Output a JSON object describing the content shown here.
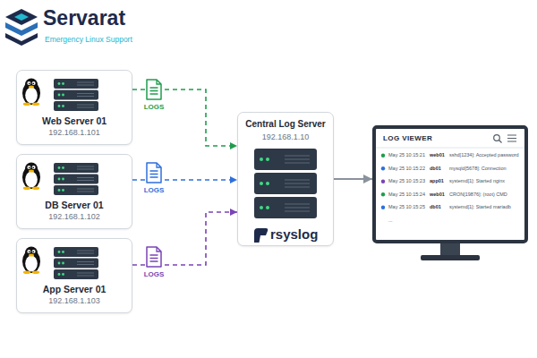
{
  "diagram": {
    "nodes": [
      {
        "text": [
          "Web Server 01",
          "192.168.1.101"
        ]
      },
      {
        "text": [
          "DB Server 01",
          "192.168.1.102"
        ]
      },
      {
        "text": [
          "App Server 01",
          "192.168.1.103"
        ]
      },
      {
        "text": [
          "Central Log Server",
          "192.168.1.10",
          "rsyslog"
        ]
      },
      {
        "text": [
          "LOG VIEWER",
          "May 25 10:15:21",
          "web01",
          "sshd[1234]: Accepted password",
          "May 25 10:15:22",
          "db01",
          "mysqld[5678]: Connection",
          "May 25 10:15:23",
          "app01",
          "systemd[1]: Started nginx",
          "May 25 10:15:24",
          "web01",
          "CRON[19876]: (root) CMD",
          "May 25 10:15:25",
          "db01",
          "systemd[1]: Started mariadb",
          "..."
        ]
      }
    ],
    "edges": [
      {
        "from": 0,
        "to": 3,
        "arrow": "to",
        "label": "LOGS"
      },
      {
        "from": 1,
        "to": 3,
        "arrow": "to",
        "label": "LOGS"
      },
      {
        "from": 2,
        "to": 3,
        "arrow": "to",
        "label": "LOGS"
      },
      {
        "from": 3,
        "to": 4,
        "arrow": "to"
      }
    ],
    "labels": [
      "Servarat",
      "Emergency Linux Support"
    ]
  }
}
